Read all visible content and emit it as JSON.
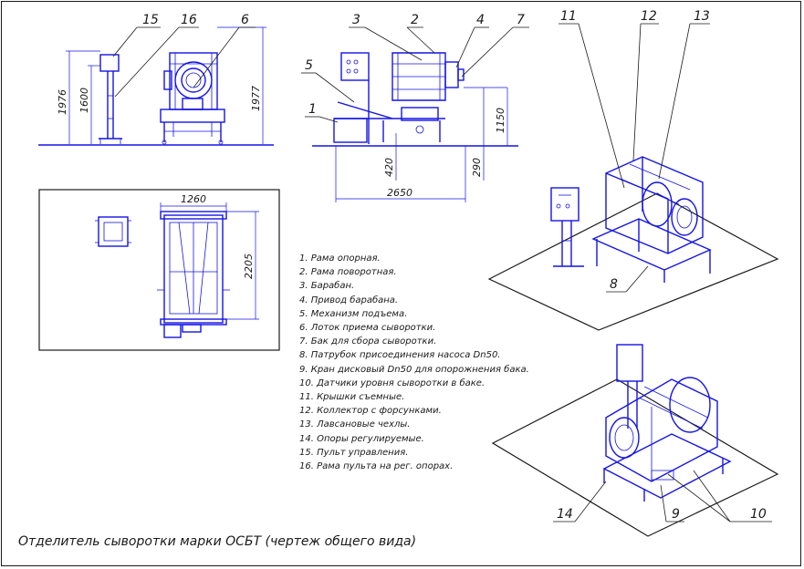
{
  "title": "Отделитель сыворотки марки ОСБТ (чертеж общего вида)",
  "legend": [
    "1. Рама опорная.",
    "2. Рама поворотная.",
    "3. Барабан.",
    "4. Привод барабана.",
    "5. Механизм подъема.",
    "6. Лоток приема сыворотки.",
    "7. Бак для сбора сыворотки.",
    "8. Патрубок присоединения насоса Dn50.",
    "9. Кран дисковый Dn50 для опорожнения бака.",
    "10. Датчики уровня сыворотки в баке.",
    "11. Крышки съемные.",
    "12. Коллектор с форсунками.",
    "13. Лавсановые чехлы.",
    "14. Опоры регулируемые.",
    "15. Пульт управления.",
    "16. Рама пульта на рег. опорах."
  ],
  "dimensions": {
    "d1976": "1976",
    "d1600": "1600",
    "d1977": "1977",
    "d1150": "1150",
    "d420": "420",
    "d290": "290",
    "d2650": "2650",
    "d1260": "1260",
    "d2205": "2205"
  },
  "callouts": {
    "c1": "1",
    "c2": "2",
    "c3": "3",
    "c4": "4",
    "c5": "5",
    "c6": "6",
    "c7": "7",
    "c8": "8",
    "c9": "9",
    "c10": "10",
    "c11": "11",
    "c12": "12",
    "c13": "13",
    "c14": "14",
    "c15": "15",
    "c16": "16"
  }
}
